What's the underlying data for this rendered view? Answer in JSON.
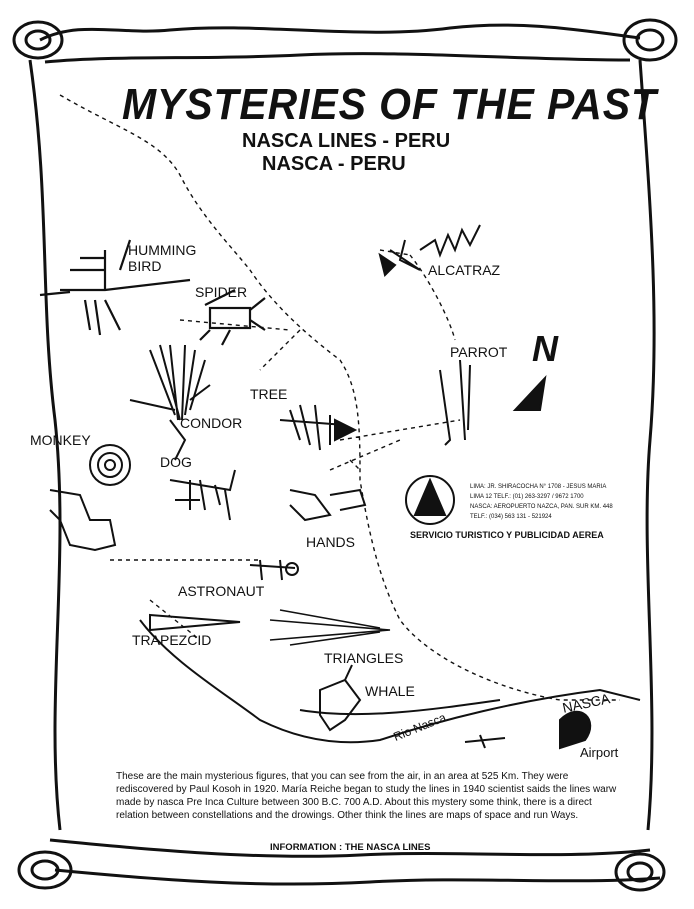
{
  "header": {
    "title": "MYSTERIES OF THE PAST",
    "subtitle_1": "NASCA LINES - PERU",
    "subtitle_2": "NASCA - PERU"
  },
  "figures": {
    "humming_bird_1": "HUMMING",
    "humming_bird_2": "BIRD",
    "spider": "SPIDER",
    "alcatraz": "ALCATRAZ",
    "parrot": "PARROT",
    "tree": "TREE",
    "condor": "CONDOR",
    "monkey": "MONKEY",
    "dog": "DOG",
    "hands": "HANDS",
    "astronaut": "ASTRONAUT",
    "trapezoid": "TRAPEZCID",
    "triangles": "TRIANGLES",
    "whale": "WHALE"
  },
  "places": {
    "nasca": "NASCA",
    "rio_nasca": "Rio Nasca",
    "airport": "Airport"
  },
  "compass": {
    "north": "N"
  },
  "advertiser": {
    "line_1": "LIMA: JR. SHIRACOCHA N° 1708 - JESUS MARIA",
    "line_2": "LIMA 12 TELF.: (01) 263-3297 / 9672 1700",
    "line_3": "NASCA: AEROPUERTO NAZCA, PAN. SUR KM. 448",
    "line_4": "TELF.: (034) 563 131 - 521924",
    "tagline": "SERVICIO TURISTICO Y PUBLICIDAD AEREA"
  },
  "info": {
    "paragraph": "These are the main mysterious figures, that you can see from the air, in an area at 525 Km. They were rediscovered by Paul Kosoh in 1920. María Reiche began to study the lines in 1940 scientist saids the lines warw made by nasca Pre Inca Culture between 300 B.C. 700 A.D. About this mystery some think, there is a direct relation between constellations and the drowings. Other think the lines are maps of space and run Ways.",
    "footer": "INFORMATION : THE NASCA LINES"
  },
  "colors": {
    "ink": "#111111",
    "paper": "#ffffff"
  }
}
